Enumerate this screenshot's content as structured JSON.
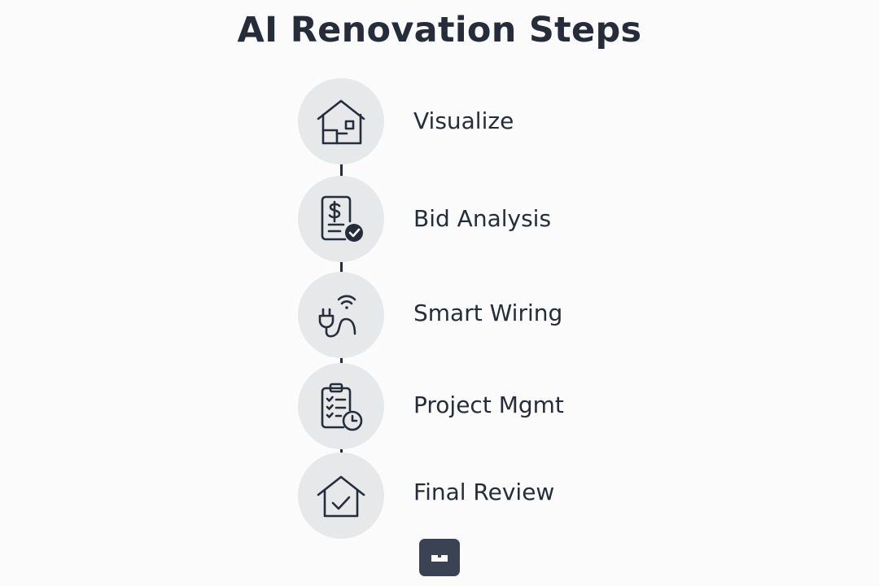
{
  "title": "AI Renovation Steps",
  "steps": [
    {
      "label": "Visualize",
      "icon": "house-plan-icon"
    },
    {
      "label": "Bid Analysis",
      "icon": "invoice-check-icon"
    },
    {
      "label": "Smart Wiring",
      "icon": "smart-plug-icon"
    },
    {
      "label": "Project Mgmt",
      "icon": "clipboard-clock-icon"
    },
    {
      "label": "Final Review",
      "icon": "house-check-icon"
    }
  ],
  "colors": {
    "background": "#fbfbfb",
    "ink": "#262d3a",
    "circle": "#e7e8ea",
    "badge": "#3a4353"
  }
}
